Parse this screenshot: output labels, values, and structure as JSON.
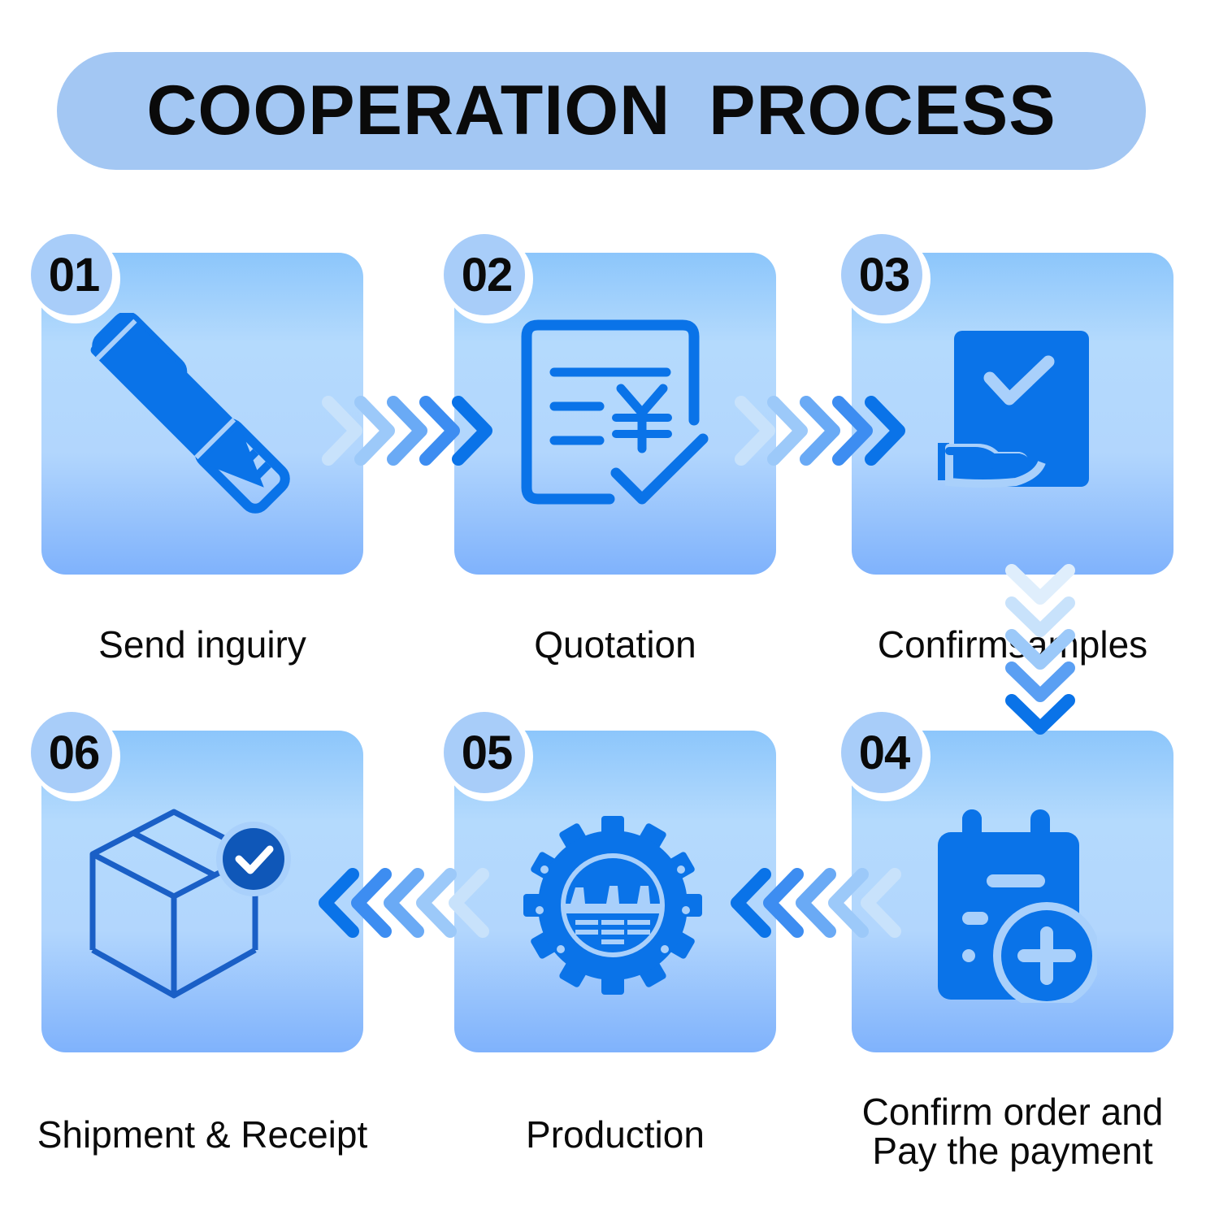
{
  "title": "COOPERATION PROCESS",
  "accent_color": "#0a73e8",
  "steps": [
    {
      "number": "01",
      "label": "Send inguiry",
      "icon": "pencil-ruler-icon"
    },
    {
      "number": "02",
      "label": "Quotation",
      "icon": "invoice-yen-icon"
    },
    {
      "number": "03",
      "label": "Confirmsamples",
      "icon": "hand-document-check-icon"
    },
    {
      "number": "04",
      "label_line1": "Confirm order and",
      "label_line2": "Pay the payment",
      "icon": "calendar-plus-icon"
    },
    {
      "number": "05",
      "label": "Production",
      "icon": "factory-gear-icon"
    },
    {
      "number": "06",
      "label": "Shipment & Receipt",
      "icon": "box-check-icon"
    }
  ]
}
